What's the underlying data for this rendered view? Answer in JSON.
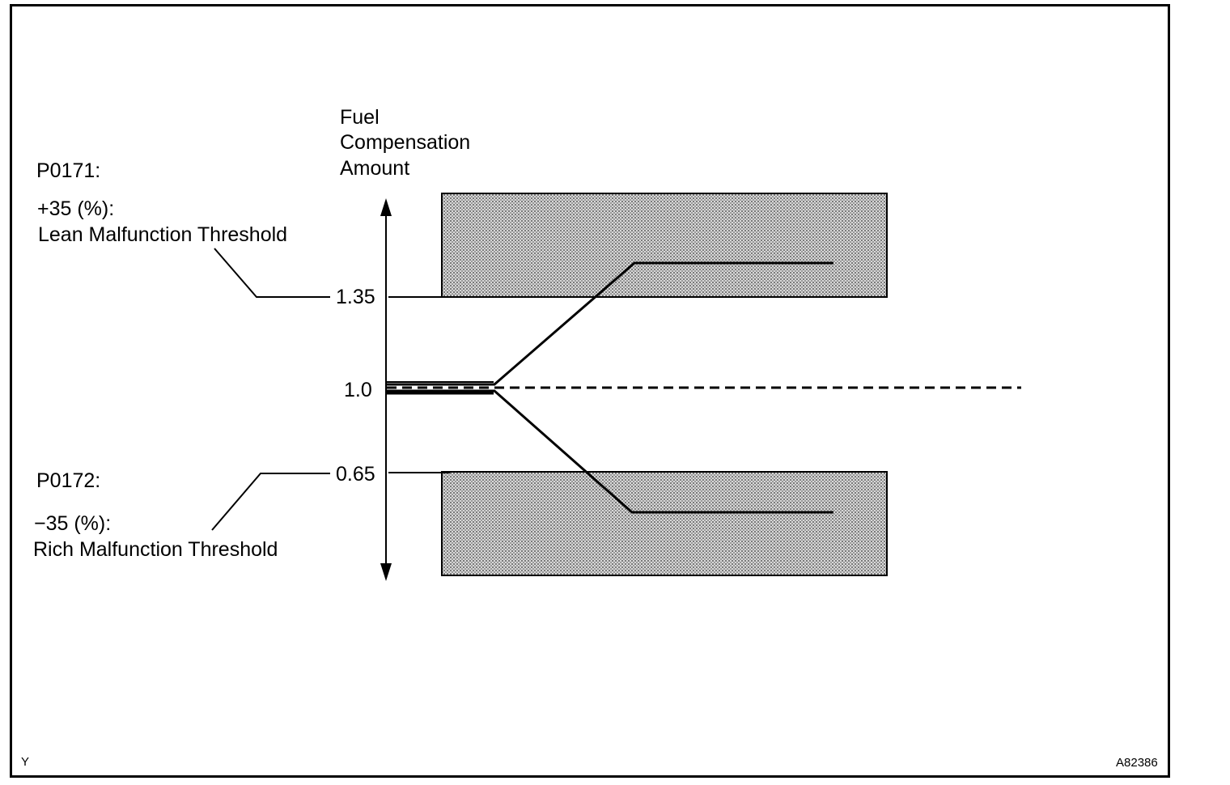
{
  "axis": {
    "label_line1": "Fuel",
    "label_line2": "Compensation",
    "label_line3": "Amount",
    "ticks": [
      "1.35",
      "1.0",
      "0.65"
    ]
  },
  "lean": {
    "code": "P0171:",
    "percent": "+35 (%):",
    "description": "Lean Malfunction Threshold"
  },
  "rich": {
    "code": "P0172:",
    "percent": "−35 (%):",
    "description": "Rich Malfunction Threshold"
  },
  "footer": {
    "left": "Y",
    "right": "A82386"
  },
  "colors": {
    "zone_fill": "#bdbdbd",
    "line": "#000000"
  }
}
